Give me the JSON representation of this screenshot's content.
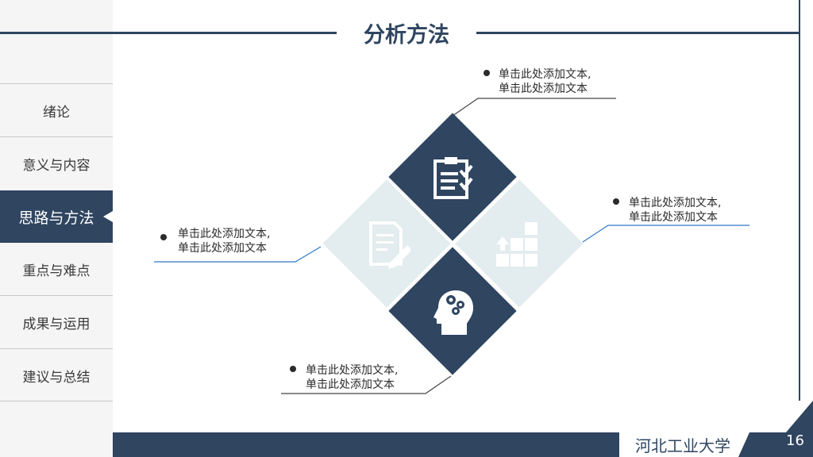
{
  "header": {
    "title": "分析方法"
  },
  "sidebar": {
    "items": [
      {
        "label": "绪论",
        "active": false
      },
      {
        "label": "意义与内容",
        "active": false
      },
      {
        "label": "思路与方法",
        "active": true
      },
      {
        "label": "重点与难点",
        "active": false
      },
      {
        "label": "成果与运用",
        "active": false
      },
      {
        "label": "建议与总结",
        "active": false
      }
    ]
  },
  "content": {
    "blocks": [
      {
        "line1": "单击此处添加文本,",
        "line2": "单击此处添加文本"
      },
      {
        "line1": "单击此处添加文本,",
        "line2": "单击此处添加文本"
      },
      {
        "line1": "单击此处添加文本,",
        "line2": "单击此处添加文本"
      },
      {
        "line1": "单击此处添加文本,",
        "line2": "单击此处添加文本"
      }
    ],
    "icons": [
      "clipboard-check-icon",
      "document-edit-icon",
      "growth-blocks-icon",
      "head-gears-icon"
    ]
  },
  "footer": {
    "school": "河北工业大学",
    "page_number": "16"
  },
  "colors": {
    "primary": "#2f4560",
    "light": "#e3ecef",
    "accent_line": "#2e78c4",
    "sidebar_bg": "#f5f5f5"
  }
}
